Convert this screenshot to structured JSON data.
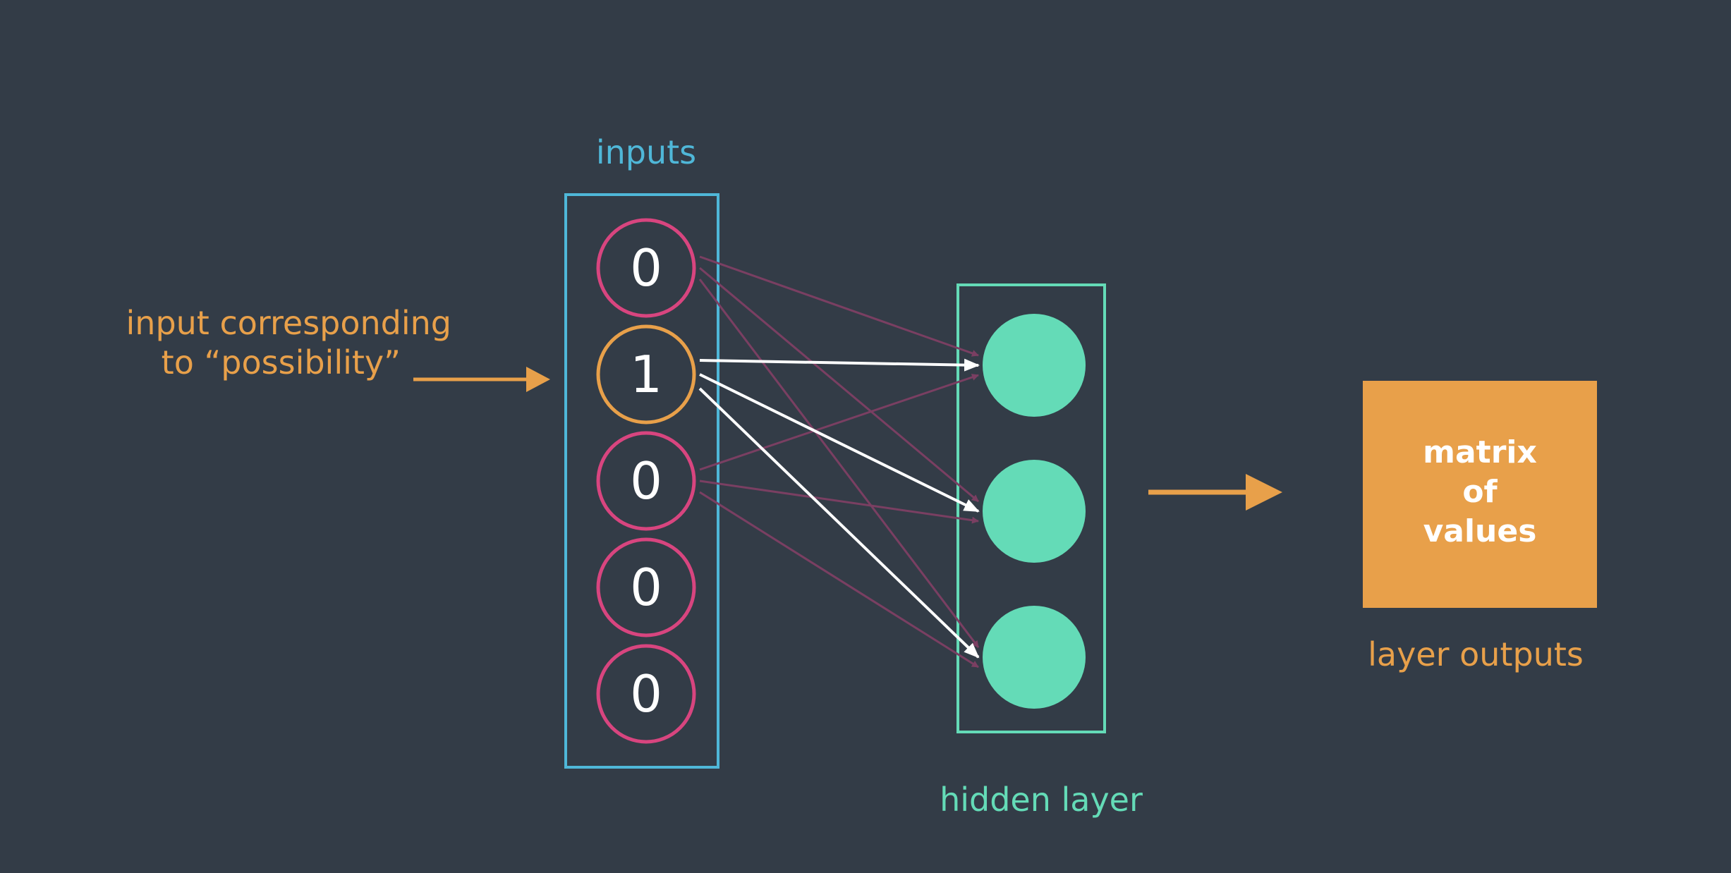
{
  "diagram": {
    "inputs_label": "inputs",
    "hidden_label": "hidden layer",
    "outputs_label": "layer outputs",
    "annotation": {
      "line1": "input corresponding",
      "line2": "to “possibility”"
    },
    "output_box": {
      "line1": "matrix",
      "line2": "of",
      "line3": "values"
    },
    "input_values": [
      "0",
      "1",
      "0",
      "0",
      "0"
    ],
    "active_input_index": 1,
    "hidden_node_count": 3,
    "colors": {
      "background": "#333c47",
      "input_box": "#4fb7d8",
      "input_ring": "#d8457f",
      "active_ring": "#e8a04a",
      "hidden": "#64dbb7",
      "hidden_box": "#64dbb7",
      "accent": "#e8a04a",
      "faint_arrow": "#7a3f62",
      "active_arrow": "#ffffff",
      "node_text": "#ffffff"
    }
  }
}
